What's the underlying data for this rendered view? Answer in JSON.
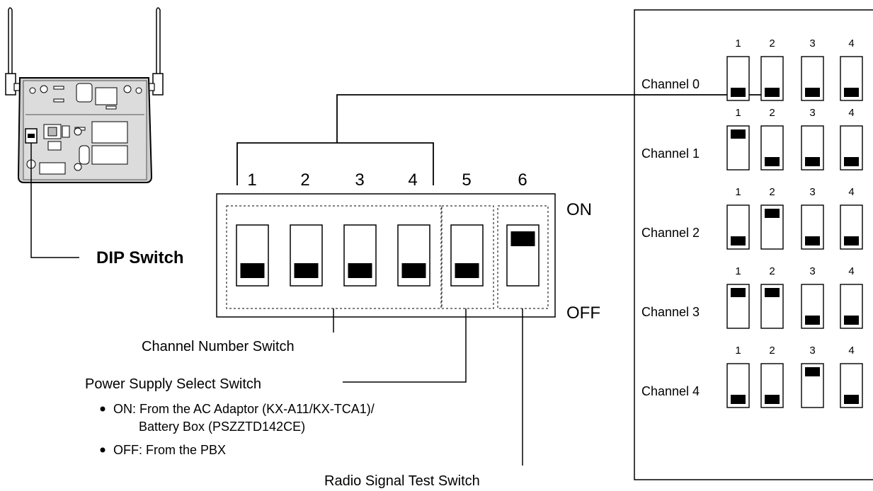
{
  "dip_switch": {
    "label": "DIP Switch",
    "on_label": "ON",
    "off_label": "OFF",
    "switch_numbers": [
      "1",
      "2",
      "3",
      "4",
      "5",
      "6"
    ],
    "switch_states": [
      "OFF",
      "OFF",
      "OFF",
      "OFF",
      "OFF",
      "ON"
    ]
  },
  "callouts": {
    "channel_number": "Channel Number Switch",
    "power_supply": "Power Supply Select Switch",
    "power_on_note_line1": "ON: From the AC Adaptor (KX-A11/KX-TCA1)/",
    "power_on_note_line2": "Battery Box (PSZZTD142CE)",
    "power_off_note": "OFF: From the PBX",
    "radio_test": "Radio Signal Test Switch"
  },
  "channel_table": {
    "switch_numbers": [
      "1",
      "2",
      "3",
      "4"
    ],
    "rows": [
      {
        "label": "Channel 0",
        "states": [
          "OFF",
          "OFF",
          "OFF",
          "OFF"
        ]
      },
      {
        "label": "Channel 1",
        "states": [
          "ON",
          "OFF",
          "OFF",
          "OFF"
        ]
      },
      {
        "label": "Channel 2",
        "states": [
          "OFF",
          "ON",
          "OFF",
          "OFF"
        ]
      },
      {
        "label": "Channel 3",
        "states": [
          "ON",
          "ON",
          "OFF",
          "OFF"
        ]
      },
      {
        "label": "Channel 4",
        "states": [
          "OFF",
          "OFF",
          "ON",
          "OFF"
        ]
      }
    ]
  }
}
